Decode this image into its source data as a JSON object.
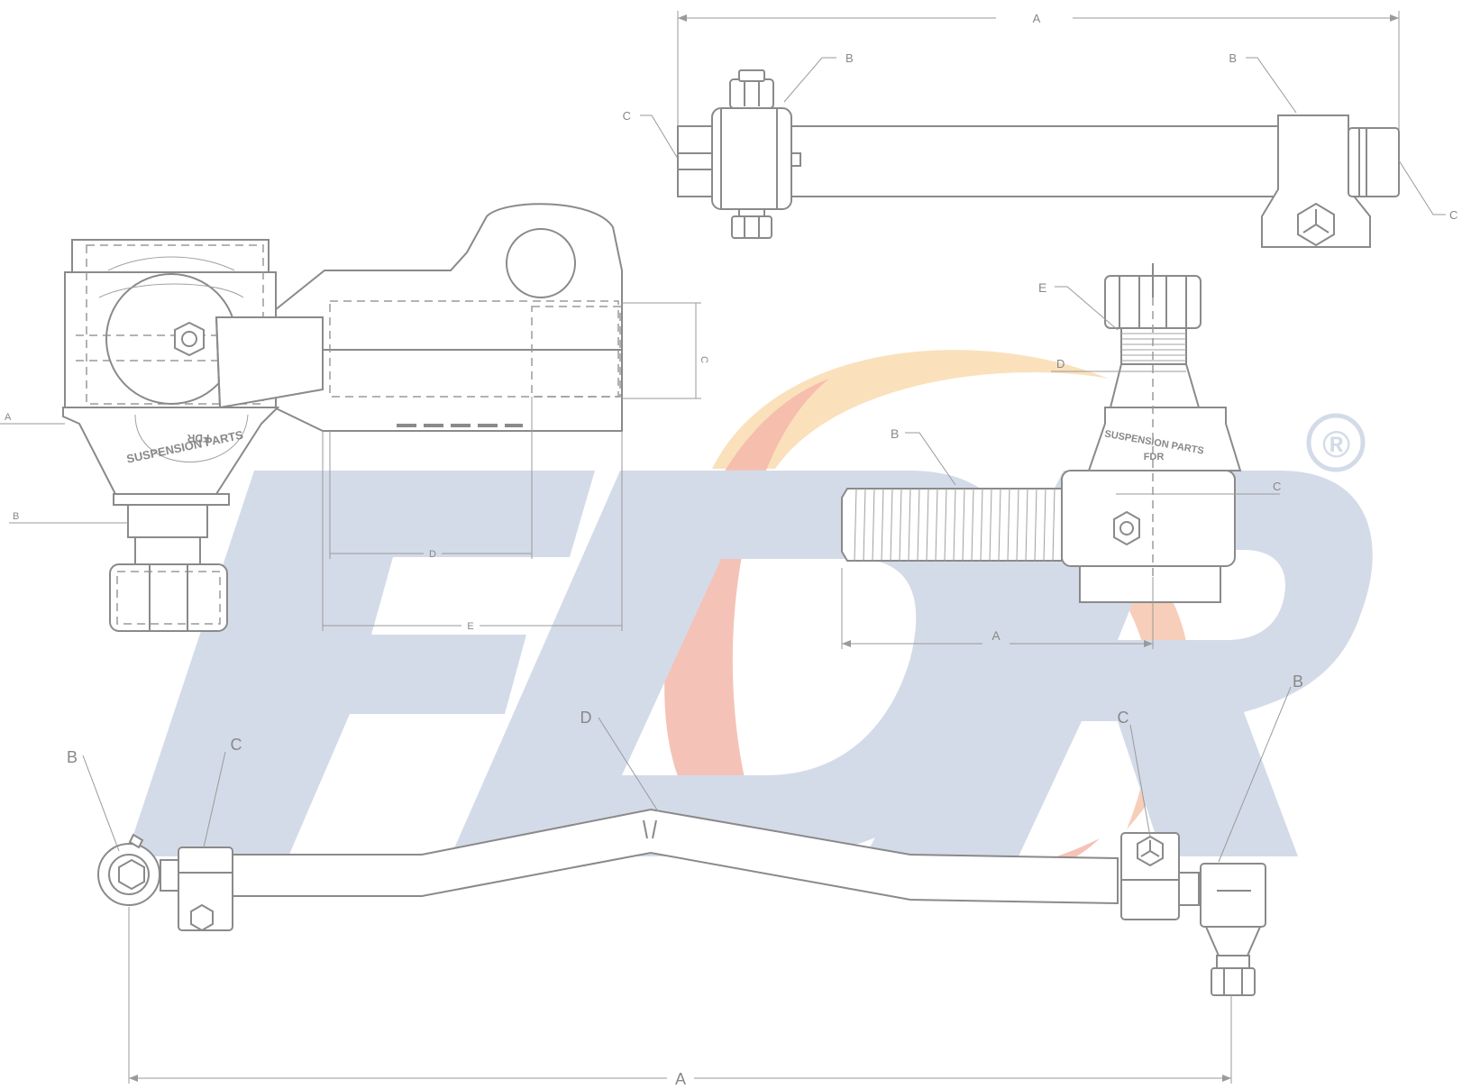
{
  "brand": {
    "name": "FDR",
    "registered_mark": "®",
    "colors": {
      "letters": "#d4dbe8",
      "swoosh_red": "#f2b0a4",
      "swoosh_orange": "#f8d8a8",
      "dark_stroke": "#8a8a8a"
    }
  },
  "stamps": {
    "ball_joint_left": {
      "text_outer": "SUSPENSION PARTS",
      "text_inner": "FDR"
    },
    "tie_rod_end_right": {
      "text_outer": "SUSPENSION PARTS",
      "text_inner": "FDR"
    }
  },
  "drawings": {
    "top_right_assembly": {
      "labels": {
        "A": "A",
        "B1": "B",
        "B2": "B",
        "C1": "C",
        "C2": "C"
      }
    },
    "left_arm": {
      "labels": {
        "A": "A",
        "B": "B",
        "C": "C",
        "D": "D",
        "E": "E"
      }
    },
    "tie_rod_end": {
      "labels": {
        "A": "A",
        "B": "B",
        "C": "C",
        "D": "D",
        "E": "E"
      }
    },
    "drag_link": {
      "labels": {
        "A": "A",
        "B1": "B",
        "B2": "B",
        "C1": "C",
        "C2": "C",
        "D": "D"
      }
    }
  }
}
